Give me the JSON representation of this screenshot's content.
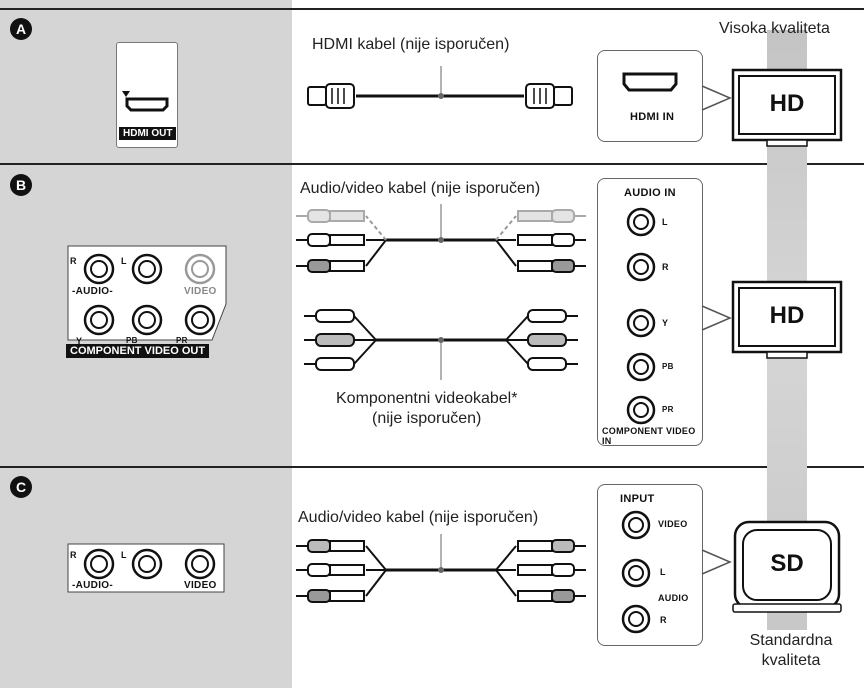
{
  "quality": {
    "high": "Visoka kvaliteta",
    "standard_line1": "Standardna",
    "standard_line2": "kvaliteta"
  },
  "sections": {
    "a": {
      "letter": "A",
      "player_port": "HDMI OUT",
      "cable_caption": "HDMI kabel (nije isporučen)",
      "tv_port": "HDMI IN",
      "tv_label": "HD"
    },
    "b": {
      "letter": "B",
      "player": {
        "r": "R",
        "l": "L",
        "audio": "-AUDIO-",
        "video": "VIDEO",
        "y": "Y",
        "pb": "PB",
        "pr": "PR",
        "component": "COMPONENT VIDEO OUT"
      },
      "av_caption": "Audio/video kabel (nije isporučen)",
      "component_caption_line1": "Komponentni videokabel*",
      "component_caption_line2": "(nije isporučen)",
      "tv_panel": {
        "title": "AUDIO IN",
        "l": "L",
        "r": "R",
        "y": "Y",
        "pb": "PB",
        "pr": "PR",
        "footer": "COMPONENT VIDEO IN"
      },
      "tv_label": "HD"
    },
    "c": {
      "letter": "C",
      "player": {
        "r": "R",
        "l": "L",
        "audio": "-AUDIO-",
        "video": "VIDEO"
      },
      "av_caption": "Audio/video kabel (nije isporučen)",
      "tv_panel": {
        "title": "INPUT",
        "video": "VIDEO",
        "l": "L",
        "audio": "AUDIO",
        "r": "R"
      },
      "tv_label": "SD"
    }
  }
}
